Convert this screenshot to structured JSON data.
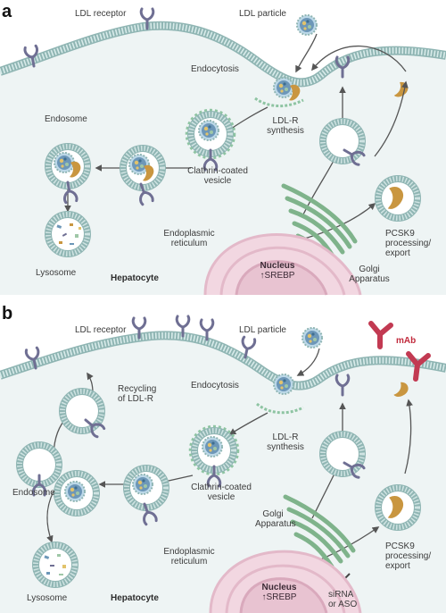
{
  "panel_a": {
    "letter": "a",
    "ldl_receptor": "LDL receptor",
    "ldl_particle": "LDL particle",
    "endocytosis": "Endocytosis",
    "endosome": "Endosome",
    "ldlr_synthesis_1": "LDL-R",
    "ldlr_synthesis_2": "synthesis",
    "clathrin_1": "Clathrin-coated",
    "clathrin_2": "vesicle",
    "er_1": "Endoplasmic",
    "er_2": "reticulum",
    "pcsk9_1": "PCSK9",
    "pcsk9_2": "processing/",
    "pcsk9_3": "export",
    "lysosome": "Lysosome",
    "hepatocyte": "Hepatocyte",
    "nucleus": "Nucleus",
    "srebp": "↑SREBP",
    "golgi_1": "Golgi",
    "golgi_2": "Apparatus"
  },
  "panel_b": {
    "letter": "b",
    "ldl_receptor": "LDL receptor",
    "ldl_particle": "LDL particle",
    "mab": "mAb",
    "recycling_1": "Recycling",
    "recycling_2": "of LDL-R",
    "endocytosis": "Endocytosis",
    "endosome": "Endosome",
    "ldlr_synthesis_1": "LDL-R",
    "ldlr_synthesis_2": "synthesis",
    "clathrin_1": "Clathrin-coated",
    "clathrin_2": "vesicle",
    "golgi_1": "Golgi",
    "golgi_2": "Apparatus",
    "er_1": "Endoplasmic",
    "er_2": "reticulum",
    "pcsk9_1": "PCSK9",
    "pcsk9_2": "processing/",
    "pcsk9_3": "export",
    "sirna_1": "siRNA",
    "sirna_2": "or ASO",
    "lysosome": "Lysosome",
    "hepatocyte": "Hepatocyte",
    "nucleus": "Nucleus",
    "srebp": "↑SREBP"
  },
  "colors": {
    "membrane": "#cfe3e2",
    "membrane_outline": "#8fb5b3",
    "receptor": "#6f6f93",
    "pcsk9": "#c99640",
    "ldl_core": "#5a88a8",
    "golgi": "#7fb38b",
    "nucleus": "#e3b9c9",
    "mab": "#c23a52",
    "arrow": "#555555"
  }
}
